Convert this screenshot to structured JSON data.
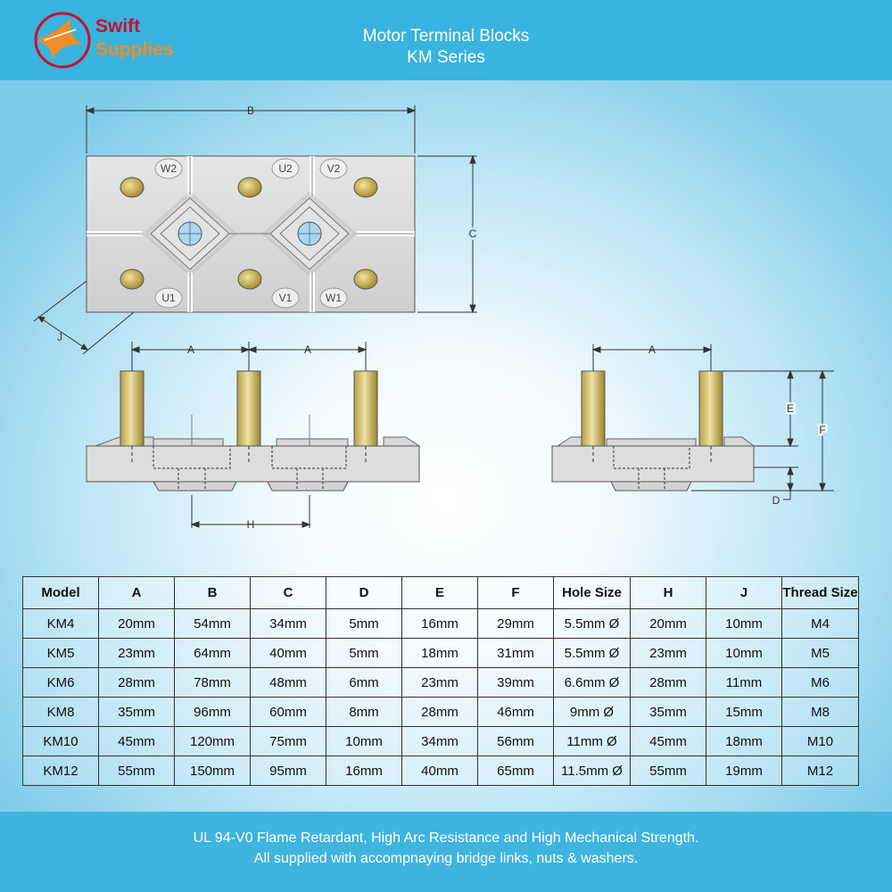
{
  "brand": {
    "line1": "Swift",
    "line2": "Supplies"
  },
  "header": {
    "title": "Motor Terminal Blocks",
    "subtitle": "KM Series"
  },
  "diagram": {
    "dimension_labels": {
      "A": "A",
      "B": "B",
      "C": "C",
      "D": "D",
      "E": "E",
      "F": "F",
      "H": "H",
      "J": "J"
    },
    "terminal_labels": {
      "w2": "W2",
      "u2": "U2",
      "v2": "V2",
      "u1": "U1",
      "v1": "V1",
      "w1": "W1"
    }
  },
  "table": {
    "headers": [
      "Model",
      "A",
      "B",
      "C",
      "D",
      "E",
      "F",
      "Hole Size",
      "H",
      "J",
      "Thread Size"
    ],
    "rows": [
      [
        "KM4",
        "20mm",
        "54mm",
        "34mm",
        "5mm",
        "16mm",
        "29mm",
        "5.5mm Ø",
        "20mm",
        "10mm",
        "M4"
      ],
      [
        "KM5",
        "23mm",
        "64mm",
        "40mm",
        "5mm",
        "18mm",
        "31mm",
        "5.5mm Ø",
        "23mm",
        "10mm",
        "M5"
      ],
      [
        "KM6",
        "28mm",
        "78mm",
        "48mm",
        "6mm",
        "23mm",
        "39mm",
        "6.6mm Ø",
        "28mm",
        "11mm",
        "M6"
      ],
      [
        "KM8",
        "35mm",
        "96mm",
        "60mm",
        "8mm",
        "28mm",
        "46mm",
        "9mm Ø",
        "35mm",
        "15mm",
        "M8"
      ],
      [
        "KM10",
        "45mm",
        "120mm",
        "75mm",
        "10mm",
        "34mm",
        "56mm",
        "11mm Ø",
        "45mm",
        "18mm",
        "M10"
      ],
      [
        "KM12",
        "55mm",
        "150mm",
        "95mm",
        "16mm",
        "40mm",
        "65mm",
        "11.5mm Ø",
        "55mm",
        "19mm",
        "M12"
      ]
    ]
  },
  "footer": {
    "line1": "UL 94-V0 Flame Retardant, High Arc Resistance and High Mechanical Strength.",
    "line2": "All supplied with accompnaying bridge links, nuts & washers."
  },
  "colors": {
    "header": "#39b3df",
    "brand_red": "#c8102e",
    "brand_orange": "#f28c28",
    "block": "#dcdcdc",
    "brass": "#c9b458"
  }
}
